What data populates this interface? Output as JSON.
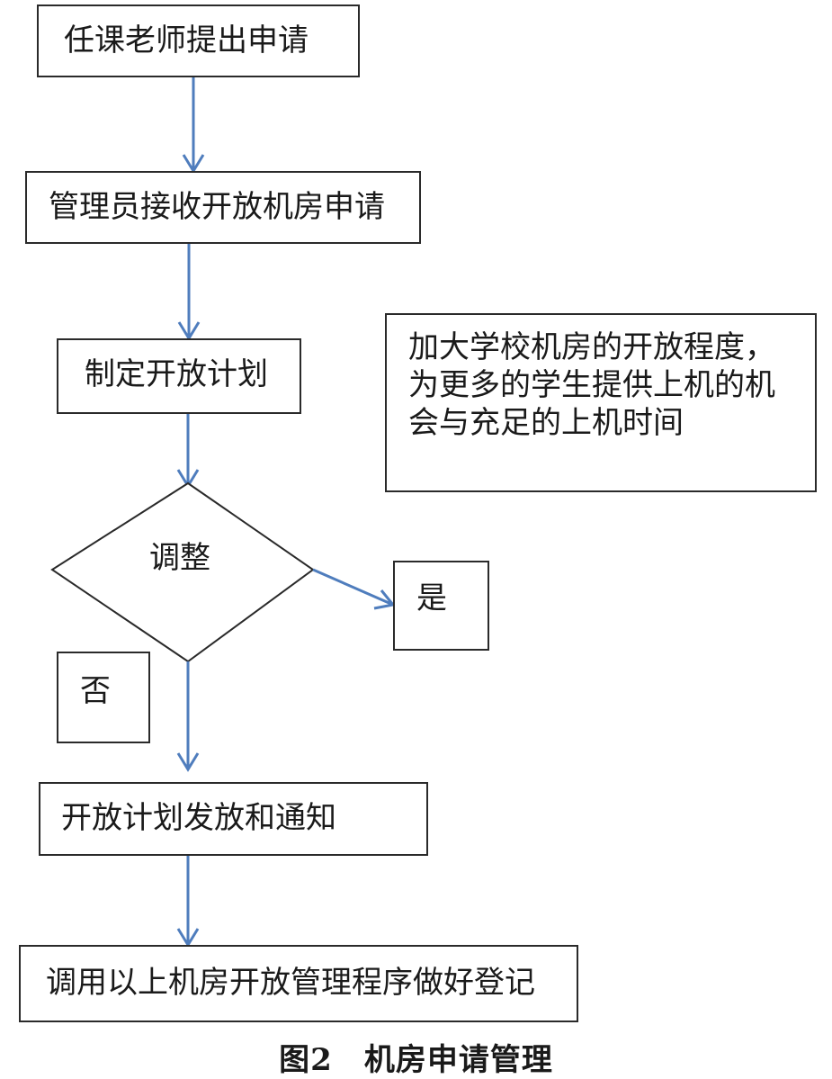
{
  "flowchart": {
    "step1": "任课老师提出申请",
    "step2": "管理员接收开放机房申请",
    "step3": "制定开放计划",
    "decision": "调整",
    "yes_label": "是",
    "no_label": "否",
    "step4": "开放计划发放和通知",
    "step5": "调用以上机房开放管理程序做好登记"
  },
  "note": {
    "lines": [
      "加大学校机房的开放程度，",
      "为更多的学生提供上机的机",
      "会与充足的上机时间"
    ]
  },
  "caption": "图2　机房申请管理",
  "colors": {
    "connector": "#4f7dbd",
    "border": "#2a2a2a"
  }
}
